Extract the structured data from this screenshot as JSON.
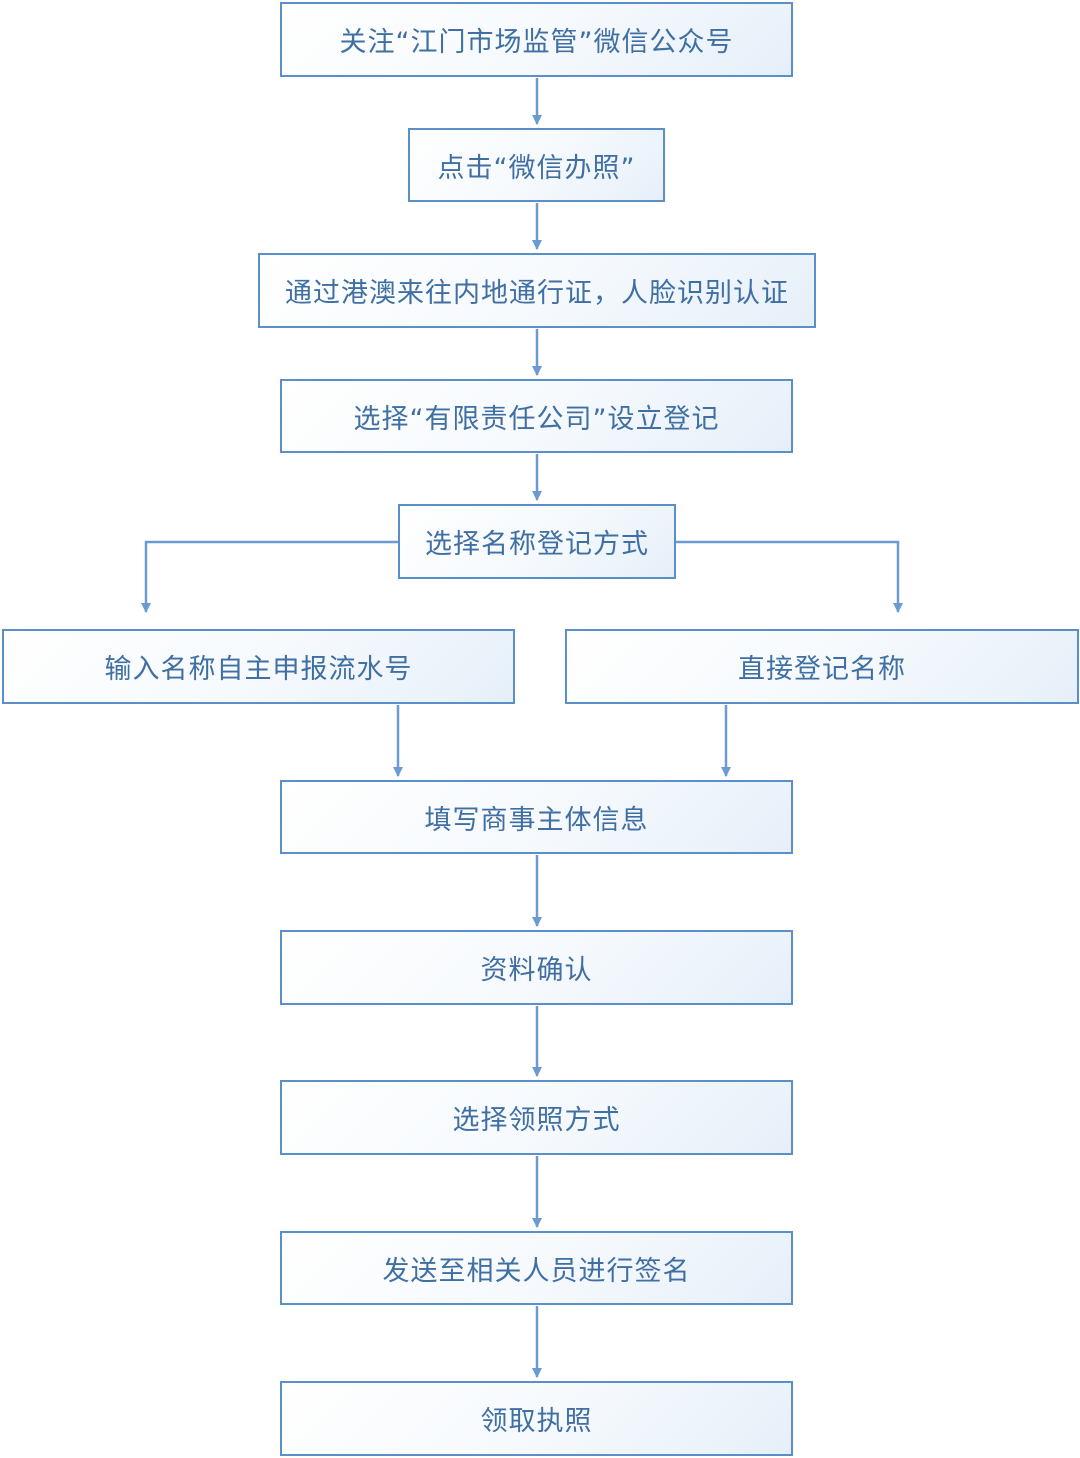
{
  "flowchart": {
    "steps": {
      "follow_account": "关注“江门市场监管”微信公众号",
      "click_wechat_license": "点击“微信办照”",
      "face_verification": "通过港澳来往内地通行证，人脸识别认证",
      "select_llc_registration": "选择“有限责任公司”设立登记",
      "select_name_method": "选择名称登记方式",
      "enter_serial_number": "输入名称自主申报流水号",
      "direct_name_registration": "直接登记名称",
      "fill_entity_info": "填写商事主体信息",
      "confirm_materials": "资料确认",
      "select_pickup_method": "选择领照方式",
      "send_for_signature": "发送至相关人员进行签名",
      "collect_license": "领取执照"
    },
    "colors": {
      "line": "#6b9bd2",
      "border": "#5b8fc9",
      "text": "#3f6fa3"
    }
  }
}
